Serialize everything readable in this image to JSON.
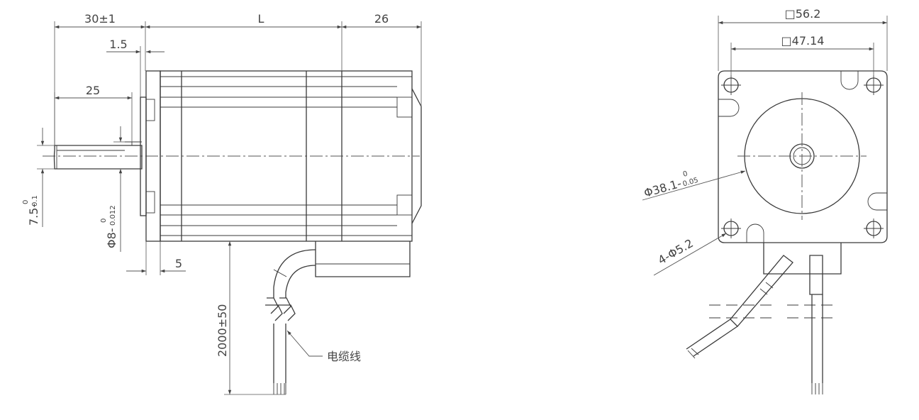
{
  "side_view": {
    "dim_shaft_total": "30±1",
    "dim_body_length": "L",
    "dim_rear_cap": "26",
    "dim_shoulder": "1.5",
    "dim_shaft_flat": "25",
    "dim_flange": "5",
    "dim_cable_length": "2000±50",
    "dim_flat_height": {
      "base": "7.5-",
      "tol_upper": "0",
      "tol_lower": "0.1"
    },
    "dim_shaft_dia": {
      "base": "Φ8-",
      "tol_upper": "0",
      "tol_lower": "0.012"
    },
    "cable_label": "电缆线"
  },
  "end_view": {
    "dim_outer_square": "□56.2",
    "dim_hole_pitch": "□47.14",
    "dim_pilot": {
      "base": "Φ38.1-",
      "tol_upper": "0",
      "tol_lower": "0.05"
    },
    "dim_holes": "4-Φ5.2"
  }
}
